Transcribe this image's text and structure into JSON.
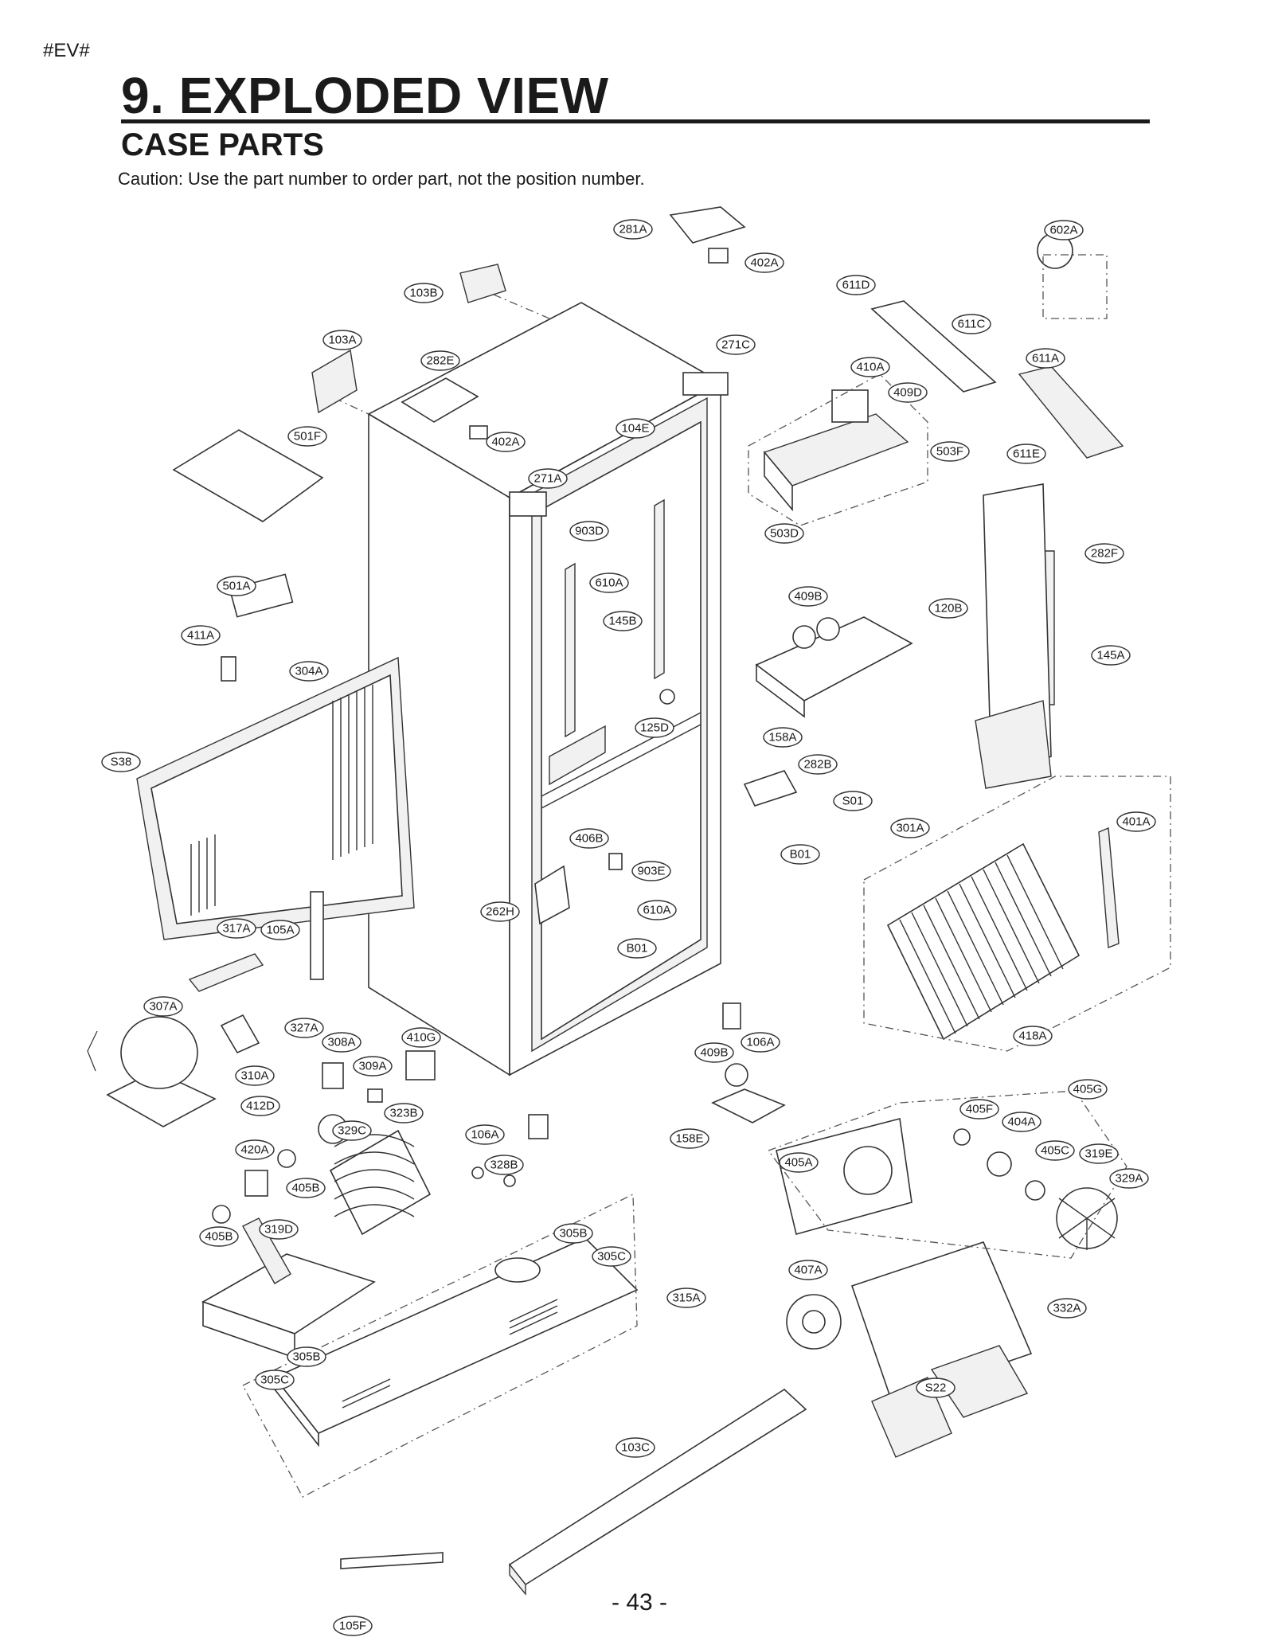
{
  "header": {
    "marker": "#EV#",
    "title": "9. EXPLODED VIEW",
    "subtitle": "CASE PARTS",
    "caution": "Caution: Use the part number to order part, not the position number."
  },
  "footer": {
    "page_number": "- 43 -"
  },
  "callouts": [
    "281A",
    "402A",
    "602A",
    "103B",
    "611D",
    "611C",
    "103A",
    "282E",
    "271C",
    "611A",
    "410A",
    "409D",
    "402A",
    "104E",
    "501F",
    "503F",
    "611E",
    "271A",
    "903D",
    "503D",
    "282F",
    "610A",
    "501A",
    "409B",
    "120B",
    "145B",
    "411A",
    "304A",
    "145A",
    "125D",
    "158A",
    "S38",
    "282B",
    "S01",
    "301A",
    "401A",
    "406B",
    "B01",
    "903E",
    "262H",
    "610A",
    "B01",
    "317A",
    "105A",
    "307A",
    "418A",
    "106A",
    "327A",
    "410G",
    "308A",
    "409B",
    "309A",
    "310A",
    "412D",
    "323B",
    "405G",
    "405F",
    "404A",
    "329C",
    "106A",
    "158E",
    "420A",
    "405C",
    "319E",
    "405A",
    "328B",
    "405B",
    "329A",
    "319D",
    "305B",
    "405B",
    "305C",
    "407A",
    "315A",
    "332A",
    "305B",
    "305C",
    "S22",
    "103C",
    "105F"
  ]
}
